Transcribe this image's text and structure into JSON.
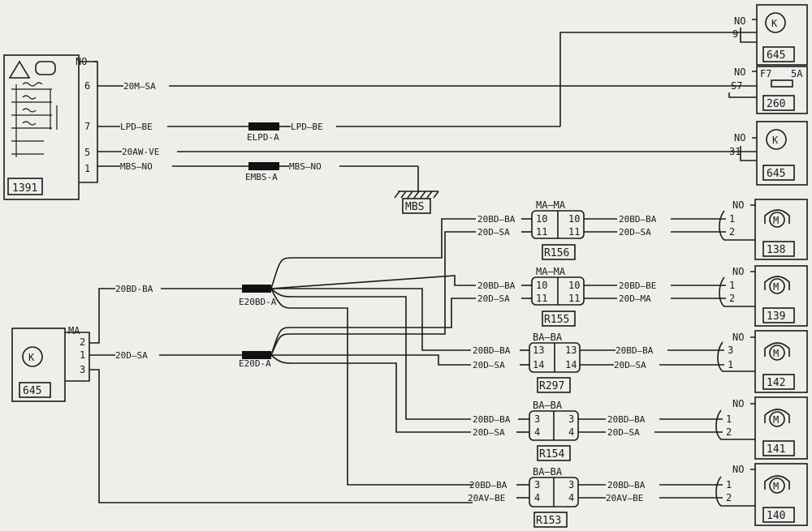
{
  "components": {
    "c1391": {
      "code": "1391",
      "no": "NO"
    },
    "top645": {
      "code": "645",
      "no": "NO",
      "pin": "9",
      "symbol": "K"
    },
    "c260": {
      "code": "260",
      "no": "NO",
      "pin": "S7",
      "fuse": "F7",
      "rating": "5A"
    },
    "mid645": {
      "code": "645",
      "no": "NO",
      "pin": "31",
      "symbol": "K"
    },
    "left645": {
      "code": "645",
      "ma": "MA",
      "symbol": "K"
    }
  },
  "pins": {
    "p6": "6",
    "p7": "7",
    "p5": "5",
    "p1": "1",
    "l2": "2",
    "l1": "1",
    "l3": "3"
  },
  "wires": {
    "w1": "20M—SA",
    "w2a": "LPD—BE",
    "w2b": "LPD—BE",
    "w3": "20AW-VE",
    "w4a": "MBS—NO",
    "w4b": "MBS—NO",
    "l1": "20BD-BA",
    "l2": "20D—SA"
  },
  "splices": {
    "elpd": "ELPD-A",
    "embs": "EMBS-A",
    "e20bd": "E20BD-A",
    "e20d": "E20D-A"
  },
  "ground": {
    "label": "MBS"
  },
  "links": {
    "r156": {
      "code": "R156",
      "hdr": "MA—MA",
      "p1": "10",
      "p2": "11",
      "in1": "20BD—BA",
      "in2": "20D—SA",
      "out1": "20BD—BA",
      "out2": "20D—SA"
    },
    "r155": {
      "code": "R155",
      "hdr": "MA—MA",
      "p1": "10",
      "p2": "11",
      "in1": "20BD—BA",
      "in2": "20D—SA",
      "out1": "20BD—BE",
      "out2": "20D—MA"
    },
    "r297": {
      "code": "R297",
      "hdr": "BA—BA",
      "p1": "13",
      "p2": "14",
      "in1": "20BD—BA",
      "in2": "20D—SA",
      "out1": "20BD—BA",
      "out2": "20D—SA"
    },
    "r154": {
      "code": "R154",
      "hdr": "BA—BA",
      "p1": "3",
      "p2": "4",
      "in1": "20BD—BA",
      "in2": "20D—SA",
      "out1": "20BD—BA",
      "out2": "20D—SA"
    },
    "r153": {
      "code": "R153",
      "hdr": "BA—BA",
      "p1": "3",
      "p2": "4",
      "in1": "20BD—BA",
      "in2": "20AV—BE",
      "out1": "20BD—BA",
      "out2": "20AV—BE"
    }
  },
  "motors": {
    "symbol": "M",
    "m138": {
      "code": "138",
      "no": "NO",
      "p1": "1",
      "p2": "2"
    },
    "m139": {
      "code": "139",
      "no": "NO",
      "p1": "1",
      "p2": "2"
    },
    "m142": {
      "code": "142",
      "no": "NO",
      "p1": "3",
      "p2": "1"
    },
    "m141": {
      "code": "141",
      "no": "NO",
      "p1": "1",
      "p2": "2"
    },
    "m140": {
      "code": "140",
      "no": "NO",
      "p1": "1",
      "p2": "2"
    }
  }
}
